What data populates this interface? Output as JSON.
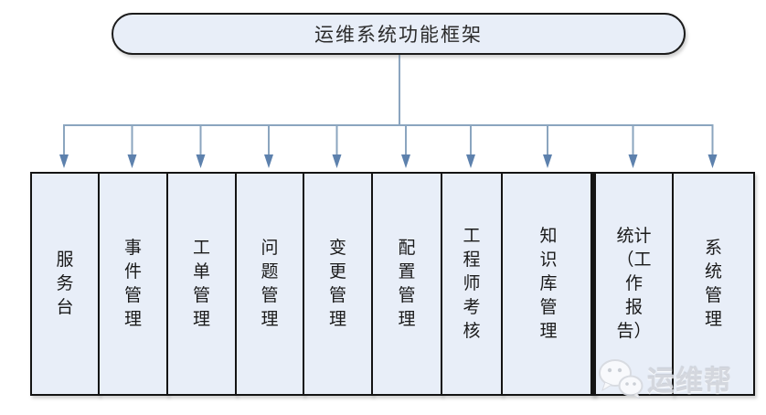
{
  "diagram": {
    "title": "运维系统功能框架",
    "boxes": [
      {
        "id": "service-desk",
        "label": "服务台",
        "lines": [
          "服",
          "务",
          "台"
        ]
      },
      {
        "id": "incident-mgmt",
        "label": "事件管理",
        "lines": [
          "事",
          "件",
          "管",
          "理"
        ]
      },
      {
        "id": "ticket-mgmt",
        "label": "工单管理",
        "lines": [
          "工",
          "单",
          "管",
          "理"
        ]
      },
      {
        "id": "problem-mgmt",
        "label": "问题管理",
        "lines": [
          "问",
          "题",
          "管",
          "理"
        ]
      },
      {
        "id": "change-mgmt",
        "label": "变更管理",
        "lines": [
          "变",
          "更",
          "管",
          "理"
        ]
      },
      {
        "id": "config-mgmt",
        "label": "配置管理",
        "lines": [
          "配",
          "置",
          "管",
          "理"
        ]
      },
      {
        "id": "engineer-assessment",
        "label": "工程师考核",
        "lines": [
          "工",
          "程",
          "师",
          "考",
          "核"
        ]
      },
      {
        "id": "knowledge-base-mgmt",
        "label": "知识库管理",
        "lines": [
          "知",
          "识",
          "库",
          "管",
          "理"
        ]
      },
      {
        "id": "stats-work-report",
        "label": "统计（工作报告）",
        "lines": [
          "统计",
          "（工",
          "作",
          "报",
          "告）"
        ]
      },
      {
        "id": "system-mgmt",
        "label": "系统管理",
        "lines": [
          "系",
          "统",
          "管",
          "理"
        ]
      }
    ]
  },
  "watermark": {
    "name": "运维帮",
    "icon": "wechat-icon"
  },
  "colors": {
    "node_fill": "#e8eef8",
    "node_border": "#141414",
    "connector": "#8ba5bf",
    "arrowhead": "#5d81ad"
  }
}
